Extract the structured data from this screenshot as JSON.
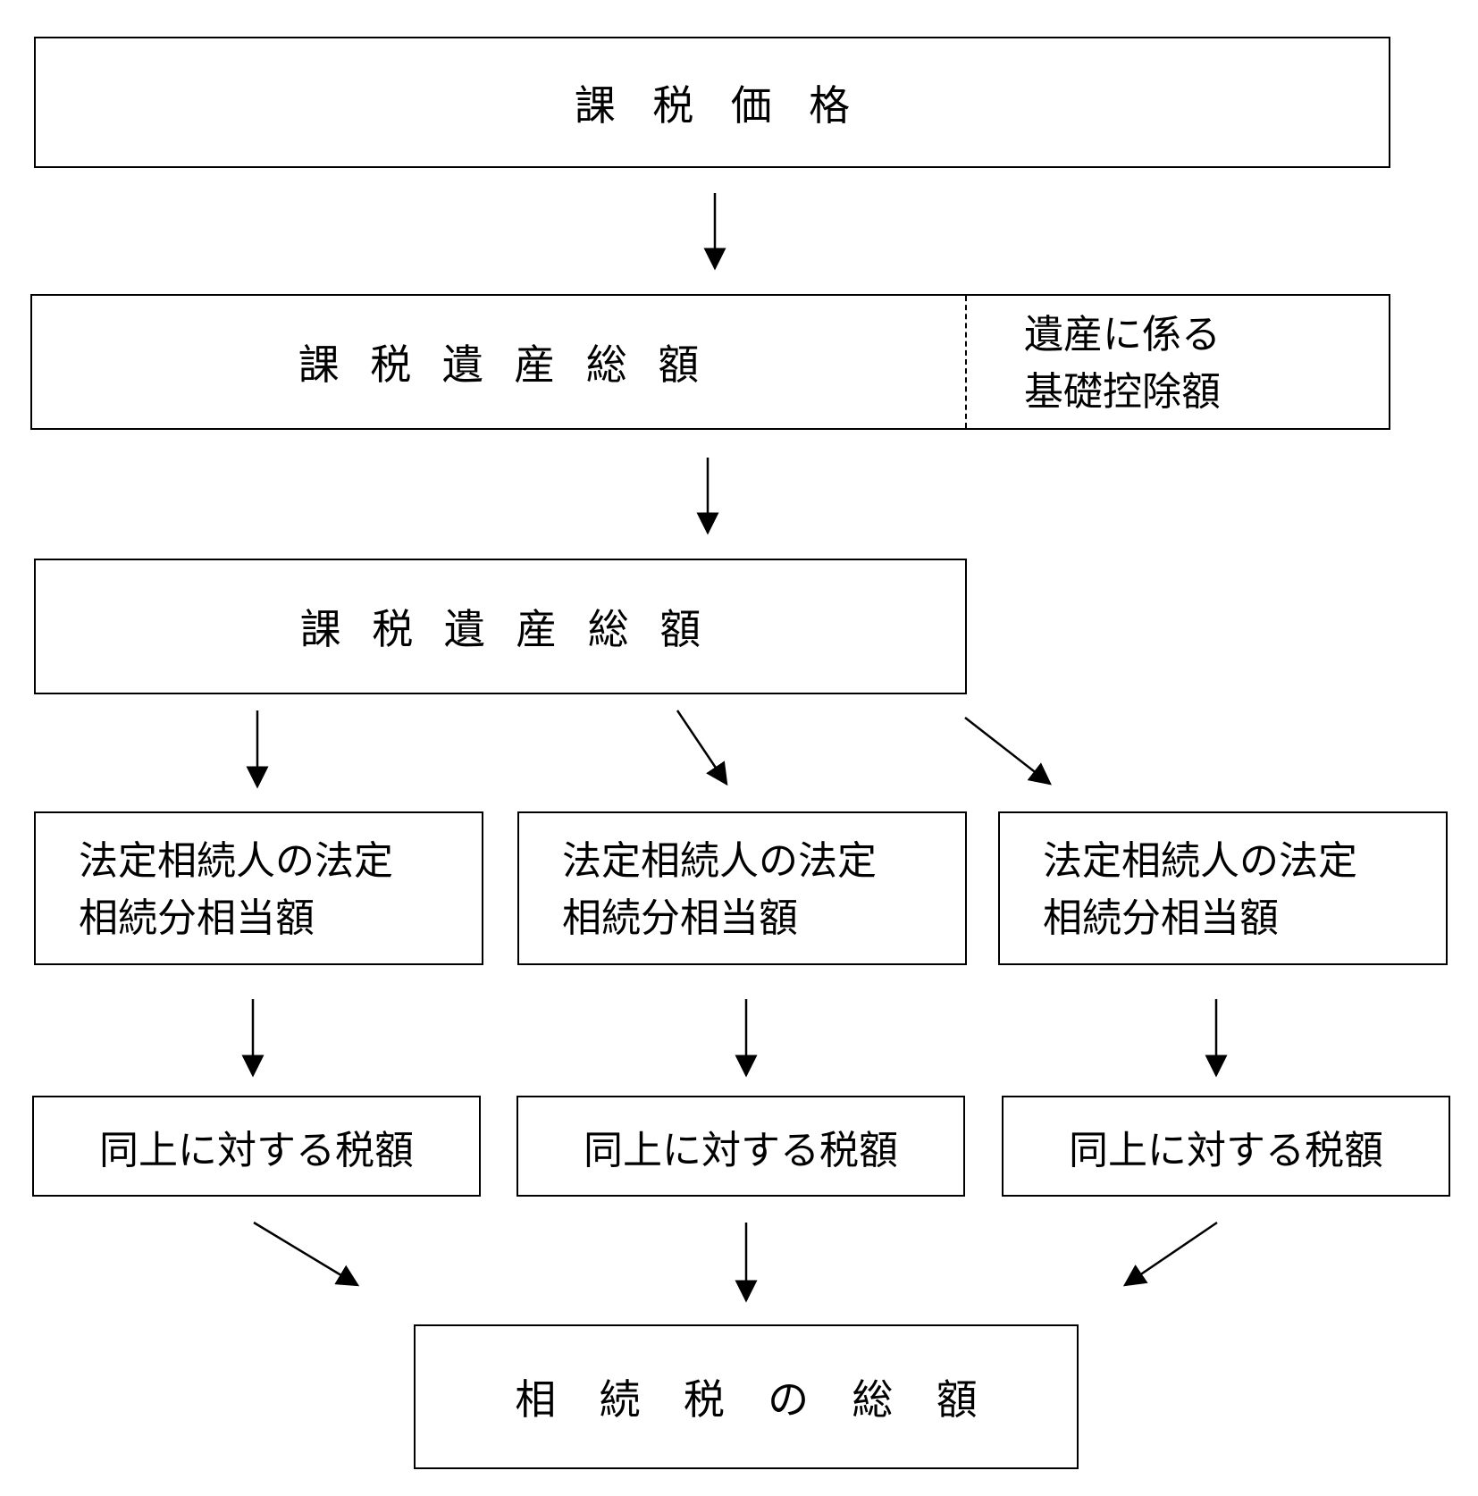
{
  "boxes": {
    "taxable_value": "課税価格",
    "taxable_estate_total_1": "課税遺産総額",
    "basic_deduction_line1": "遺産に係る",
    "basic_deduction_line2": "基礎控除額",
    "taxable_estate_total_2": "課税遺産総額",
    "statutory_share": [
      {
        "line1": "法定相続人の法定",
        "line2": "相続分相当額"
      },
      {
        "line1": "法定相続人の法定",
        "line2": "相続分相当額"
      },
      {
        "line1": "法定相続人の法定",
        "line2": "相続分相当額"
      }
    ],
    "tax_amount": [
      "同上に対する税額",
      "同上に対する税額",
      "同上に対する税額"
    ],
    "total_inheritance_tax": "相続税の総額"
  }
}
